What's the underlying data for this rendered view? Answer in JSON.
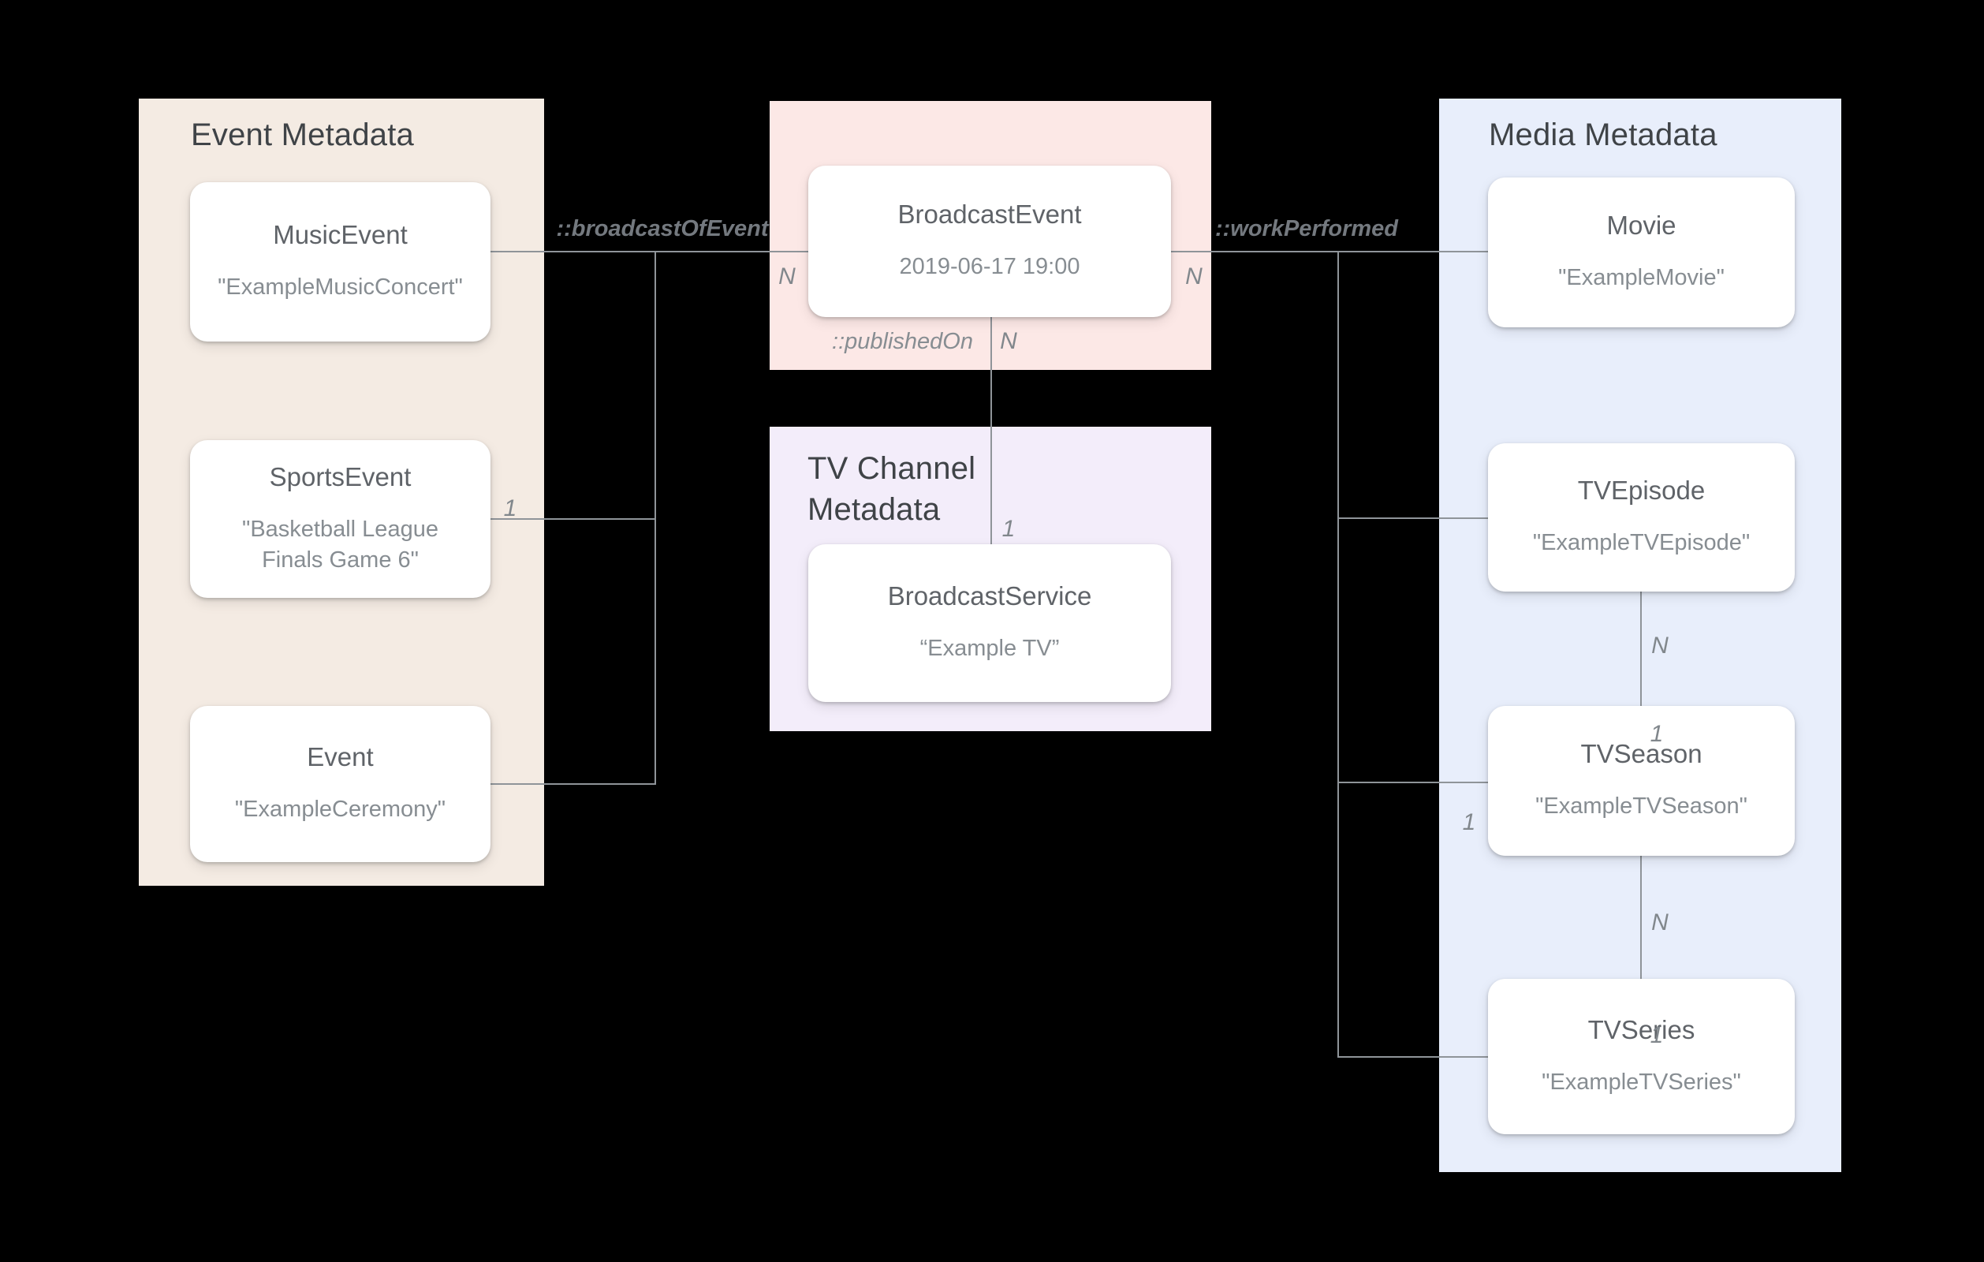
{
  "colors": {
    "background": "#000000",
    "event_panel": "#f4ebe3",
    "broadcast_panel": "#fce8e6",
    "tv_channel_panel": "#f3edfa",
    "media_panel": "#e8eefb",
    "card_bg": "#ffffff",
    "panel_title": "#3f4347",
    "card_title": "#5f6368",
    "card_subtitle": "#878d92",
    "line": "#8f9499",
    "relation_label": "#74797f",
    "cardinality_label": "#81878c"
  },
  "panels": {
    "event": {
      "title": "Event Metadata"
    },
    "tv_channel": {
      "title": "TV Channel Metadata"
    },
    "media": {
      "title": "Media Metadata"
    }
  },
  "nodes": {
    "music_event": {
      "title": "MusicEvent",
      "subtitle": "\"ExampleMusicConcert\""
    },
    "sports_event": {
      "title": "SportsEvent",
      "subtitle": "\"Basketball League Finals Game 6\""
    },
    "event": {
      "title": "Event",
      "subtitle": "\"ExampleCeremony\""
    },
    "broadcast_event": {
      "title": "BroadcastEvent",
      "subtitle": "2019-06-17 19:00"
    },
    "broadcast_service": {
      "title": "BroadcastService",
      "subtitle": "“Example TV”"
    },
    "movie": {
      "title": "Movie",
      "subtitle": "\"ExampleMovie\""
    },
    "tv_episode": {
      "title": "TVEpisode",
      "subtitle": "\"ExampleTVEpisode\""
    },
    "tv_season": {
      "title": "TVSeason",
      "subtitle": "\"ExampleTVSeason\""
    },
    "tv_series": {
      "title": "TVSeries",
      "subtitle": "\"ExampleTVSeries\""
    }
  },
  "relations": {
    "broadcast_of_event": {
      "label": "::broadcastOfEvent"
    },
    "work_performed": {
      "label": "::workPerformed"
    },
    "published_on": {
      "label": "::publishedOn"
    }
  },
  "cardinalities": {
    "broadcast_left_n": "N",
    "broadcast_right_n": "N",
    "sports_event_1": "1",
    "published_on_n": "N",
    "published_on_1": "1",
    "episode_season_n": "N",
    "episode_season_1": "1",
    "season_left_1": "1",
    "season_series_n": "N",
    "season_series_1": "1"
  }
}
